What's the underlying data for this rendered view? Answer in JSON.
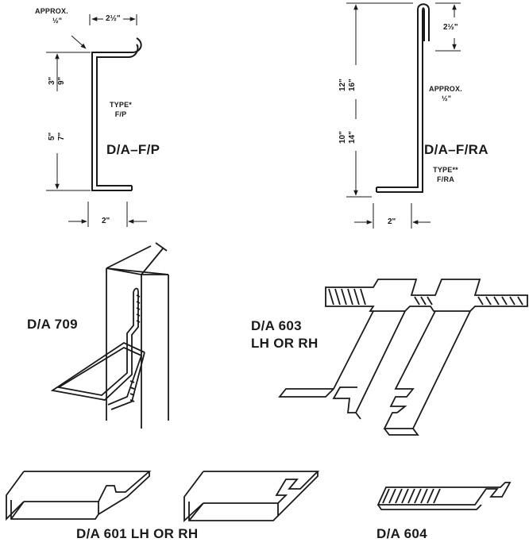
{
  "fp": {
    "approx": "APPROX.",
    "half": "½\"",
    "width_top": "2½\"",
    "upper": "3\"",
    "upper_alt": "9\"",
    "lower": "5\"",
    "lower_alt": "7\"",
    "type_line1": "TYPE*",
    "type_line2": "F/P",
    "name": "D/A–F/P",
    "width_bottom": "2\""
  },
  "fra": {
    "hook": "2½\"",
    "upper": "12\"",
    "upper_alt": "16\"",
    "lower": "10\"",
    "lower_alt": "14\"",
    "approx": "APPROX.",
    "half": "½\"",
    "name": "D/A–F/RA",
    "type_line1": "TYPE**",
    "type_line2": "F/RA",
    "width_bottom": "2\""
  },
  "parts": {
    "p709": "D/A 709",
    "p603_line1": "D/A 603",
    "p603_line2": "LH OR RH",
    "p601": "D/A 601 LH OR RH",
    "p604": "D/A 604"
  },
  "colors": {
    "ink": "#1a1a1a",
    "paper": "#ffffff"
  }
}
